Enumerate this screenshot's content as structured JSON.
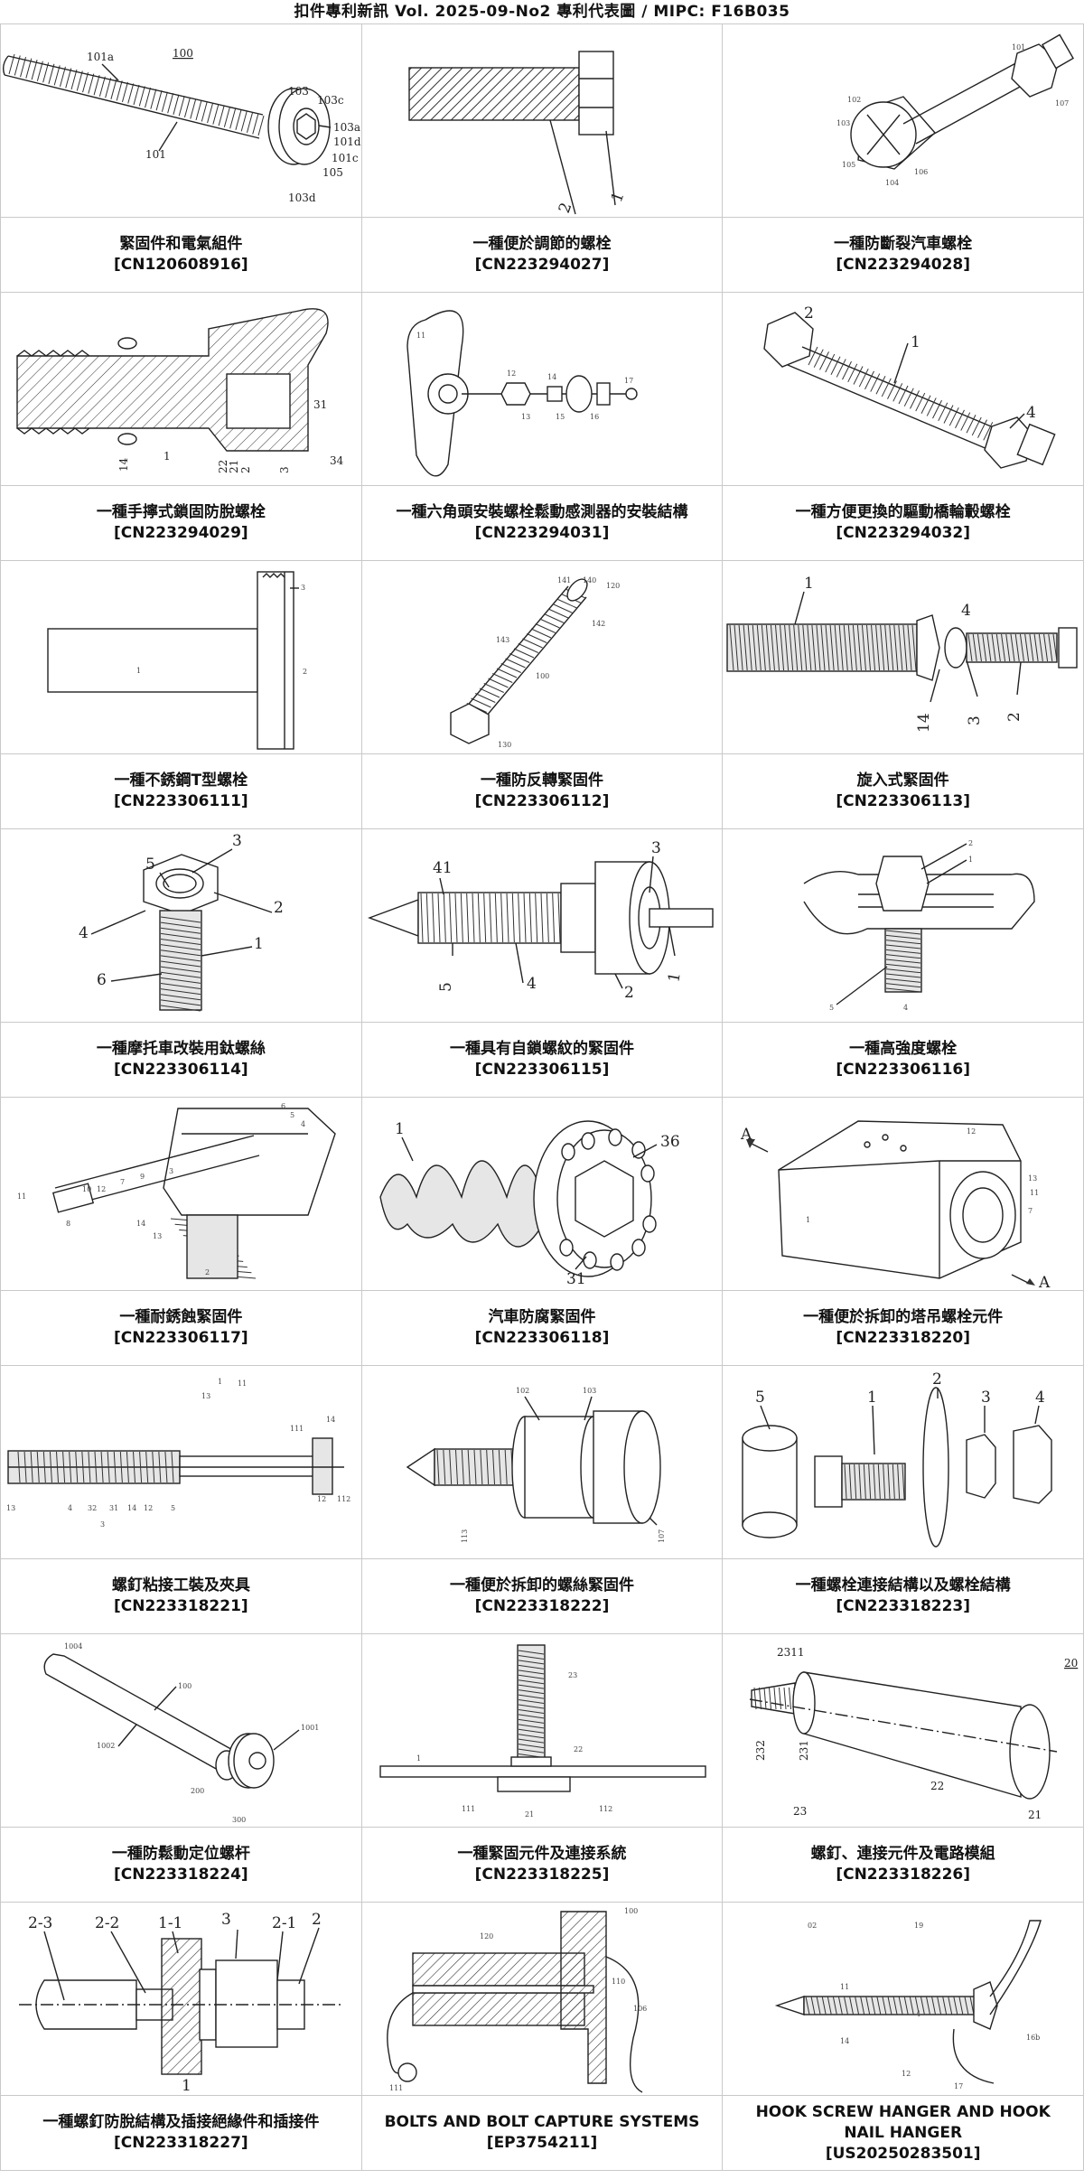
{
  "header": {
    "title": "扣件專利新訊  Vol. 2025-09-No2  專利代表圖  /  MIPC:  F16B035"
  },
  "patents": [
    {
      "title": "緊固件和電氣組件",
      "number": "[CN120608916]",
      "labels": [
        "101a",
        "100",
        "103",
        "103c",
        "103a",
        "101d",
        "101c",
        "105",
        "103d",
        "101"
      ]
    },
    {
      "title": "一種便於調節的螺栓",
      "number": "[CN223294027]",
      "labels": [
        "2",
        "1"
      ]
    },
    {
      "title": "一種防斷裂汽車螺栓",
      "number": "[CN223294028]",
      "labels": [
        "101",
        "107",
        "102",
        "103",
        "105",
        "104",
        "106"
      ]
    },
    {
      "title": "一種手擰式鎖固防脫螺栓",
      "number": "[CN223294029]",
      "labels": [
        "31",
        "14",
        "1",
        "22",
        "21",
        "2",
        "3",
        "34"
      ]
    },
    {
      "title": "一種六角頭安裝螺栓鬆動感測器的安裝結構",
      "number": "[CN223294031]",
      "labels": [
        "11",
        "12",
        "13",
        "14",
        "15",
        "16",
        "17"
      ]
    },
    {
      "title": "一種方便更換的驅動橋輪轂螺栓",
      "number": "[CN223294032]",
      "labels": [
        "2",
        "1",
        "4"
      ]
    },
    {
      "title": "一種不銹鋼T型螺栓",
      "number": "[CN223306111]",
      "labels": [
        "3",
        "2",
        "1"
      ]
    },
    {
      "title": "一種防反轉緊固件",
      "number": "[CN223306112]",
      "labels": [
        "141",
        "140",
        "120",
        "143",
        "142",
        "100",
        "130"
      ]
    },
    {
      "title": "旋入式緊固件",
      "number": "[CN223306113]",
      "labels": [
        "1",
        "4",
        "14",
        "3",
        "2"
      ]
    },
    {
      "title": "一種摩托車改裝用鈦螺絲",
      "number": "[CN223306114]",
      "labels": [
        "3",
        "5",
        "2",
        "4",
        "1",
        "6"
      ]
    },
    {
      "title": "一種具有自鎖螺紋的緊固件",
      "number": "[CN223306115]",
      "labels": [
        "41",
        "3",
        "5",
        "4",
        "2",
        "1"
      ]
    },
    {
      "title": "一種高強度螺栓",
      "number": "[CN223306116]",
      "labels": [
        "2",
        "1",
        "5",
        "4"
      ]
    },
    {
      "title": "一種耐銹蝕緊固件",
      "number": "[CN223306117]",
      "labels": [
        "6",
        "5",
        "4",
        "11",
        "10",
        "12",
        "7",
        "9",
        "3",
        "8",
        "14",
        "13",
        "2"
      ]
    },
    {
      "title": "汽車防腐緊固件",
      "number": "[CN223306118]",
      "labels": [
        "1",
        "36",
        "31"
      ]
    },
    {
      "title": "一種便於拆卸的塔吊螺栓元件",
      "number": "[CN223318220]",
      "labels": [
        "12",
        "13",
        "11",
        "1",
        "7",
        "A",
        "A"
      ]
    },
    {
      "title": "螺釘粘接工裝及夾具",
      "number": "[CN223318221]",
      "labels": [
        "1",
        "11",
        "13",
        "111",
        "14",
        "12",
        "112",
        "13",
        "4",
        "32",
        "31",
        "14",
        "12",
        "5",
        "3"
      ]
    },
    {
      "title": "一種便於拆卸的螺絲緊固件",
      "number": "[CN223318222]",
      "labels": [
        "102",
        "103",
        "113",
        "107"
      ]
    },
    {
      "title": "一種螺栓連接結構以及螺栓結構",
      "number": "[CN223318223]",
      "labels": [
        "5",
        "1",
        "2",
        "3",
        "4"
      ]
    },
    {
      "title": "一種防鬆動定位螺杆",
      "number": "[CN223318224]",
      "labels": [
        "1004",
        "100",
        "1002",
        "1001",
        "200",
        "300"
      ]
    },
    {
      "title": "一種緊固元件及連接系統",
      "number": "[CN223318225]",
      "labels": [
        "23",
        "1",
        "22",
        "111",
        "21",
        "112"
      ]
    },
    {
      "title": "螺釘、連接元件及電路模組",
      "number": "[CN223318226]",
      "labels": [
        "20",
        "2311",
        "232",
        "231",
        "23",
        "22",
        "21"
      ]
    },
    {
      "title": "一種螺釘防脫結構及插接絕緣件和插接件",
      "number": "[CN223318227]",
      "labels": [
        "2-3",
        "2-2",
        "1-1",
        "3",
        "2-1",
        "2",
        "1"
      ]
    },
    {
      "title": "BOLTS AND BOLT CAPTURE SYSTEMS",
      "number": "[EP3754211]",
      "labels": [
        "100",
        "120",
        "110",
        "111",
        "106"
      ]
    },
    {
      "title": "HOOK SCREW HANGER AND HOOK NAIL HANGER",
      "number": "[US20250283501]",
      "labels": [
        "02",
        "19",
        "11",
        "4",
        "14",
        "12",
        "16b",
        "17"
      ]
    }
  ]
}
